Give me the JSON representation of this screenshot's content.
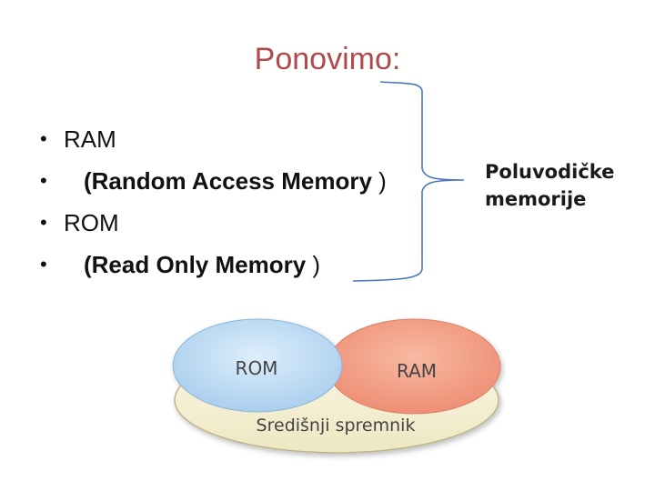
{
  "slide": {
    "title": "Ponovimo:",
    "bullets": [
      {
        "marker": "•",
        "parts": [
          {
            "text": "RAM",
            "bold": false
          }
        ]
      },
      {
        "marker": "•",
        "parts": [
          {
            "text": "(Random Access Memory",
            "bold": true
          },
          {
            "text": " )",
            "bold": false
          }
        ]
      },
      {
        "marker": "•",
        "parts": [
          {
            "text": "ROM",
            "bold": false
          }
        ]
      },
      {
        "marker": "•",
        "parts": [
          {
            "text": "(Read Only Memory",
            "bold": true
          },
          {
            "text": " )",
            "bold": false
          }
        ]
      }
    ],
    "side_label": [
      "Poluvodičke",
      "memorije"
    ]
  },
  "diagram": {
    "rom_label": "ROM",
    "ram_label": "RAM",
    "base_label": "Središnji spremnik",
    "colors": {
      "rom_fill": "#c9e2f6",
      "ram_fill": "#f4a48c",
      "base_fill": "#f8f4dc",
      "bracket": "#4a77b8",
      "title": "#b04a4a"
    }
  }
}
